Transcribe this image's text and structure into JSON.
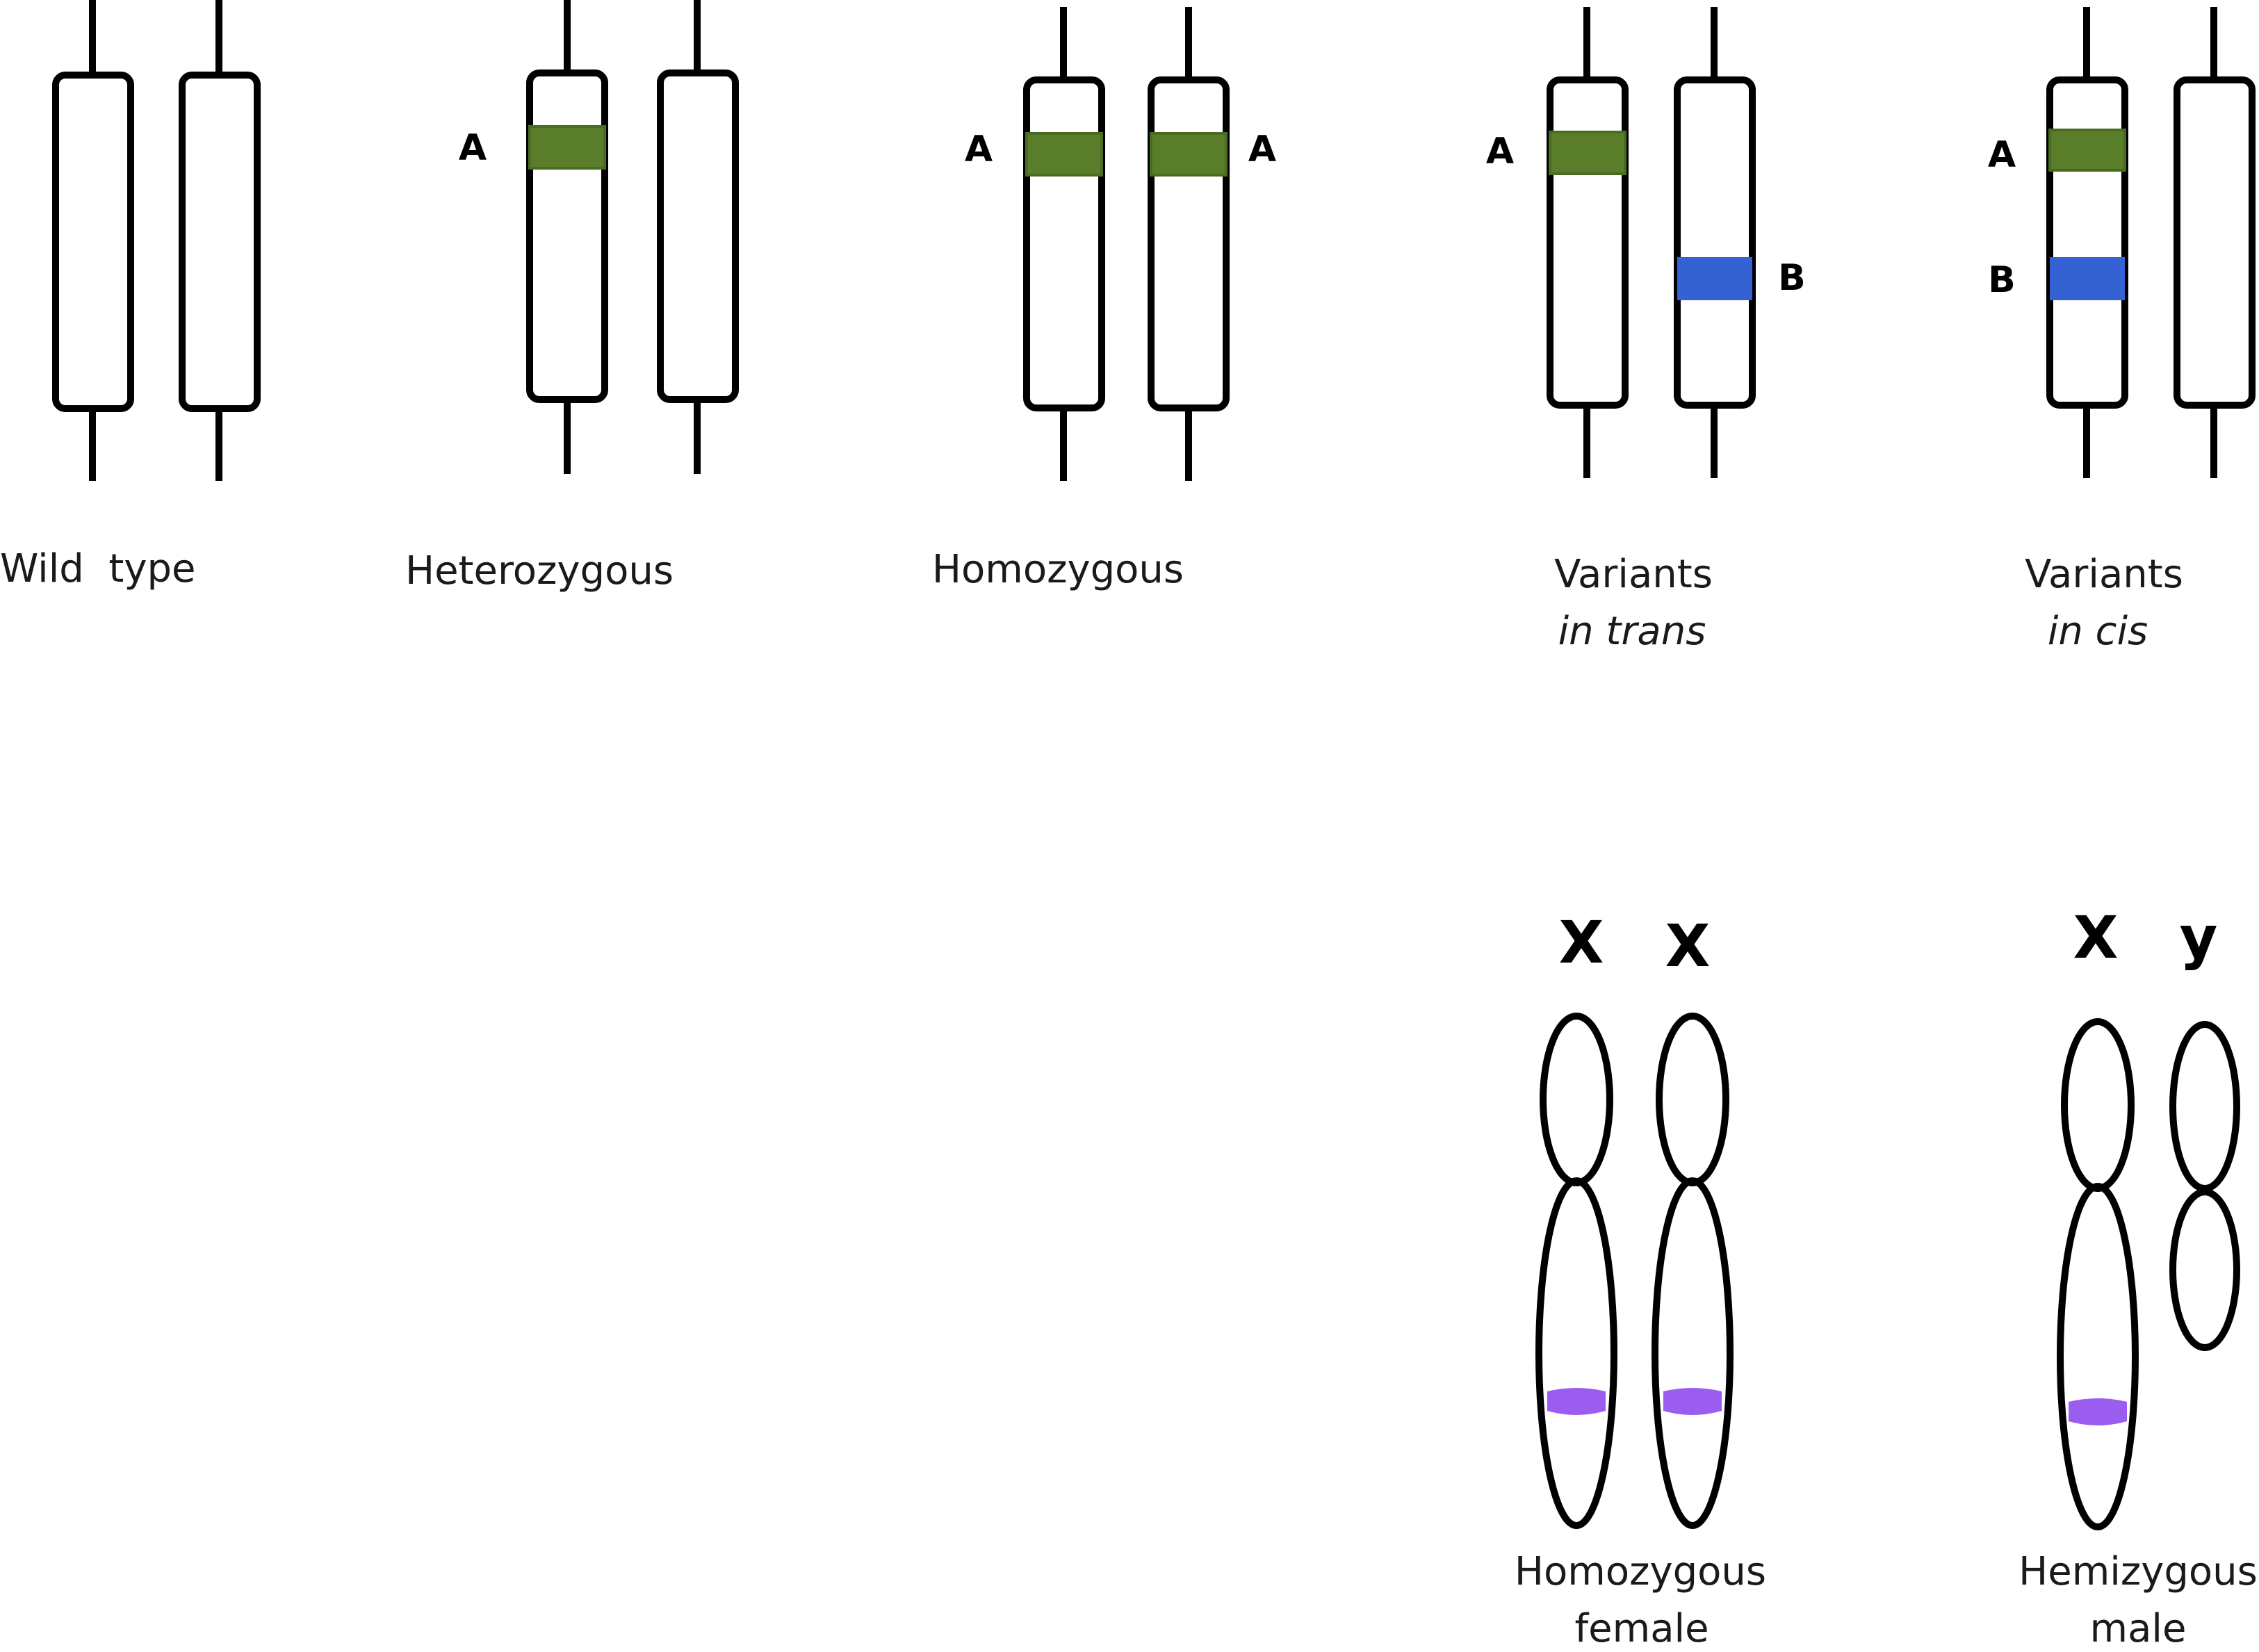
{
  "colors": {
    "variant_a": "#5a7d2a",
    "variant_a_edge": "#4a6b22",
    "variant_b": "#3462d2",
    "variant_x_linked": "#9b5cf0"
  },
  "panels": {
    "wild_type": {
      "caption": "Wild  type"
    },
    "heterozygous": {
      "caption": "Heterozygous",
      "label_a": "A"
    },
    "homozygous": {
      "caption": "Homozygous",
      "label_a_left": "A",
      "label_a_right": "A"
    },
    "trans": {
      "caption_line1": "Variants",
      "caption_line2": "in trans",
      "label_a": "A",
      "label_b": "B"
    },
    "cis": {
      "caption_line1": "Variants",
      "caption_line2": "in cis",
      "label_a": "A",
      "label_b": "B"
    },
    "female": {
      "caption_line1": "Homozygous",
      "caption_line2": "female",
      "label_x1": "X",
      "label_x2": "X"
    },
    "male": {
      "caption_line1": "Hemizygous",
      "caption_line2": "male",
      "label_x": "X",
      "label_y": "y"
    }
  }
}
